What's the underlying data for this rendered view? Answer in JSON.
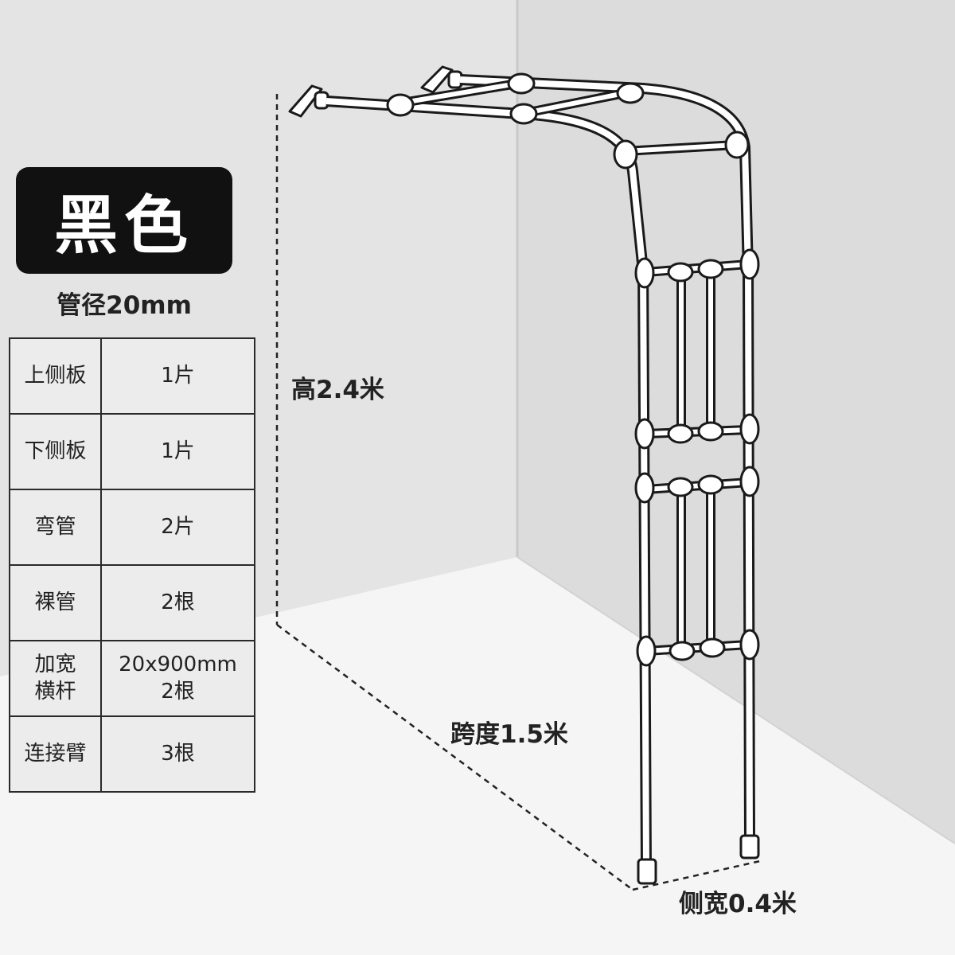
{
  "color_badge": "黑色",
  "pipe_spec": "管径20mm",
  "parts": [
    {
      "name": "上侧板",
      "qty": "1片"
    },
    {
      "name": "下侧板",
      "qty": "1片"
    },
    {
      "name": "弯管",
      "qty": "2片"
    },
    {
      "name": "裸管",
      "qty": "2根"
    },
    {
      "name": "加宽\n横杆",
      "qty": "20x900mm\n2根"
    },
    {
      "name": "连接臂",
      "qty": "3根"
    }
  ],
  "dimensions": {
    "height": "高2.4米",
    "span": "跨度1.5米",
    "side_width": "侧宽0.4米"
  }
}
